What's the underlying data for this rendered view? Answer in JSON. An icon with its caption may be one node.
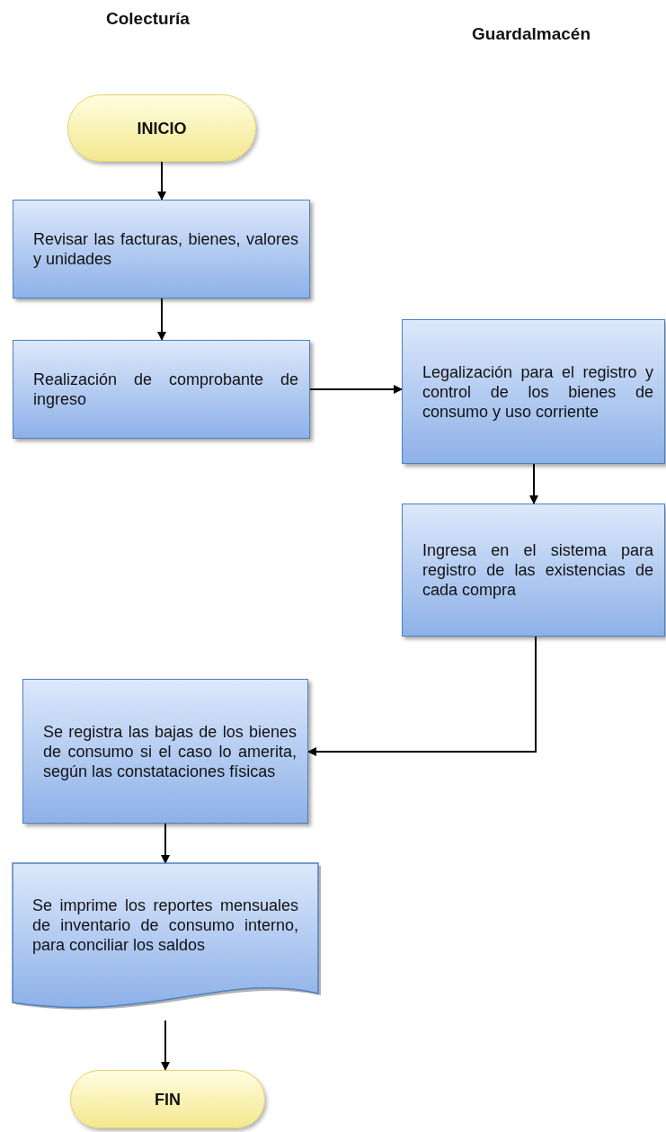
{
  "diagram": {
    "nodes": [
      {
        "text": [
          "INICIO"
        ]
      },
      {
        "text": [
          "Revisar las facturas, bienes, valores y unidades"
        ]
      },
      {
        "text": [
          "Realización de comprobante de ingreso"
        ]
      },
      {
        "text": [
          "Legalización para el registro y control de los bienes de consumo y uso corriente"
        ]
      },
      {
        "text": [
          "Ingresa en el sistema para registro de las existencias de cada compra"
        ]
      },
      {
        "text": [
          "Se registra las bajas de los bienes de consumo si el caso lo amerita, según las constataciones físicas"
        ]
      },
      {
        "text": [
          "Se imprime los reportes mensuales de inventario de consumo interno, para conciliar los saldos"
        ]
      },
      {
        "text": [
          "FIN"
        ]
      }
    ],
    "edges": [
      {
        "from": 0,
        "to": 1,
        "arrow": "to"
      },
      {
        "from": 1,
        "to": 2,
        "arrow": "to"
      },
      {
        "from": 2,
        "to": 3,
        "arrow": "to"
      },
      {
        "from": 3,
        "to": 4,
        "arrow": "to"
      },
      {
        "from": 4,
        "to": 5,
        "arrow": "to"
      },
      {
        "from": 5,
        "to": 6,
        "arrow": "to"
      },
      {
        "from": 6,
        "to": 7,
        "arrow": "to"
      }
    ],
    "labels": [
      "Colecturía",
      "Guardalmacén"
    ]
  }
}
